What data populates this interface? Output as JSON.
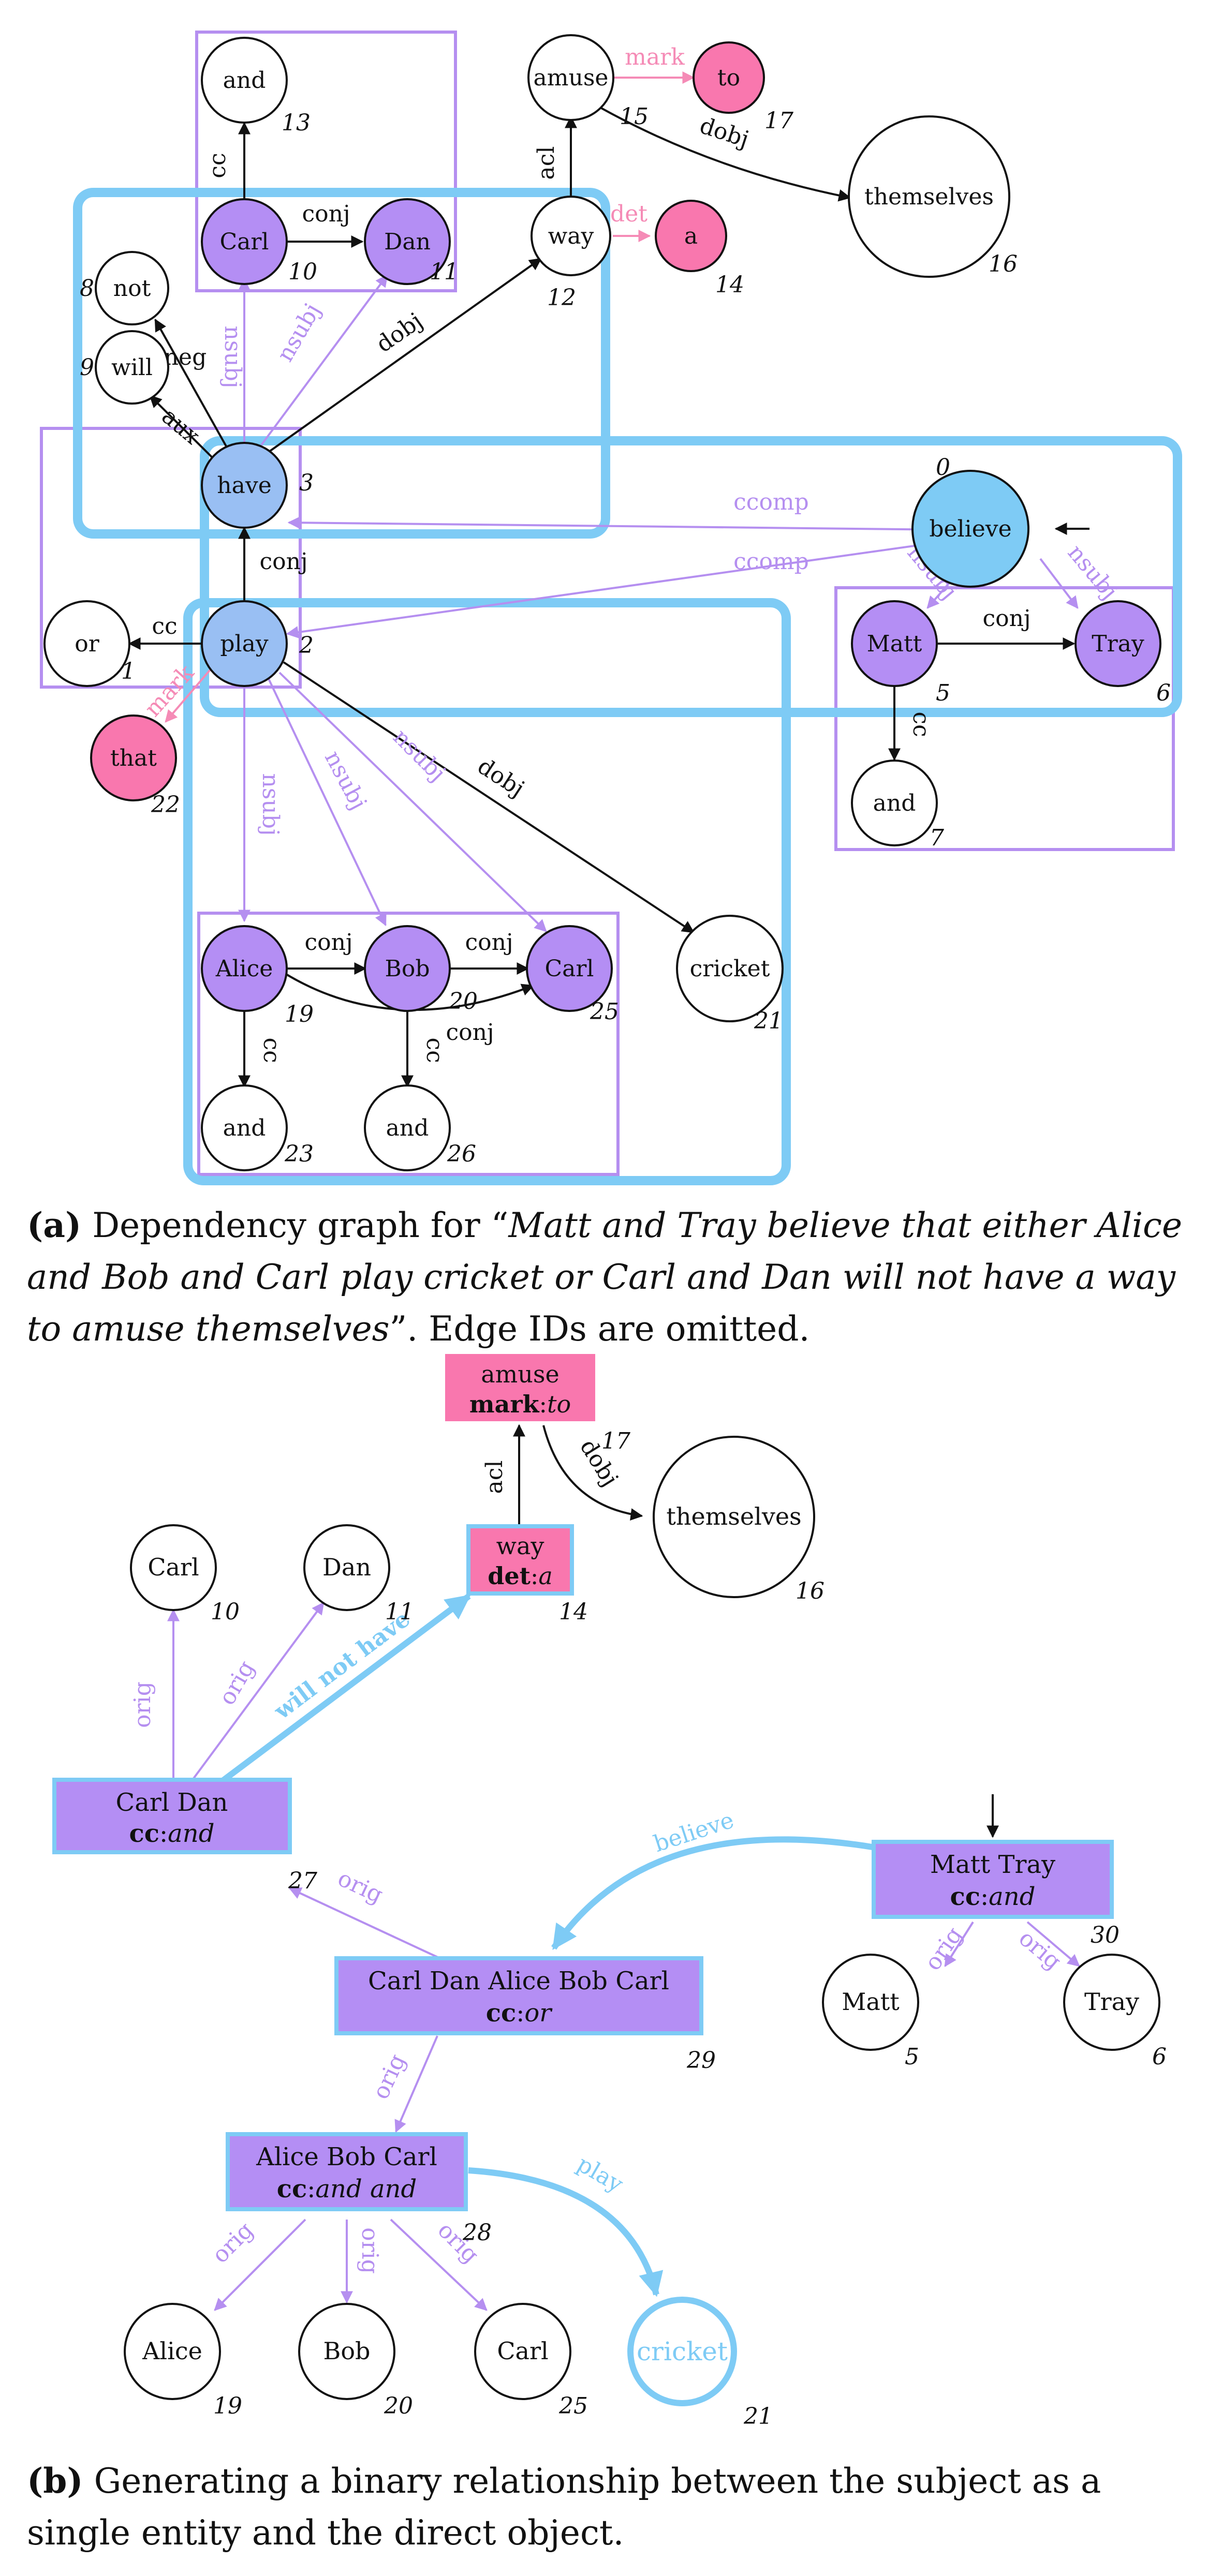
{
  "figure_a": {
    "nodes": [
      {
        "id": 0,
        "label": "believe"
      },
      {
        "id": 1,
        "label": "or"
      },
      {
        "id": 2,
        "label": "play"
      },
      {
        "id": 3,
        "label": "have"
      },
      {
        "id": 5,
        "label": "Matt"
      },
      {
        "id": 6,
        "label": "Tray"
      },
      {
        "id": 7,
        "label": "and"
      },
      {
        "id": 8,
        "label": "not"
      },
      {
        "id": 9,
        "label": "will"
      },
      {
        "id": 10,
        "label": "Carl"
      },
      {
        "id": 11,
        "label": "Dan"
      },
      {
        "id": 12,
        "label": "way"
      },
      {
        "id": 13,
        "label": "and"
      },
      {
        "id": 14,
        "label": "a"
      },
      {
        "id": 15,
        "label": "amuse"
      },
      {
        "id": 16,
        "label": "themselves"
      },
      {
        "id": 17,
        "label": "to"
      },
      {
        "id": 19,
        "label": "Alice"
      },
      {
        "id": 20,
        "label": "Bob"
      },
      {
        "id": 21,
        "label": "cricket"
      },
      {
        "id": 22,
        "label": "that"
      },
      {
        "id": 23,
        "label": "and"
      },
      {
        "id": 25,
        "label": "Carl"
      },
      {
        "id": 26,
        "label": "and"
      }
    ],
    "edges": [
      {
        "label": "cc"
      },
      {
        "label": "conj"
      },
      {
        "label": "nsubj"
      },
      {
        "label": "nsubj"
      },
      {
        "label": "dobj"
      },
      {
        "label": "neg"
      },
      {
        "label": "aux"
      },
      {
        "label": "acl"
      },
      {
        "label": "det"
      },
      {
        "label": "mark"
      },
      {
        "label": "dobj"
      },
      {
        "label": "ccomp"
      },
      {
        "label": "ccomp"
      },
      {
        "label": "nsubj"
      },
      {
        "label": "nsubj"
      },
      {
        "label": "conj"
      },
      {
        "label": "cc"
      },
      {
        "label": "conj"
      },
      {
        "label": "cc"
      },
      {
        "label": "mark"
      },
      {
        "label": "nsubj"
      },
      {
        "label": "nsubj"
      },
      {
        "label": "nsubj"
      },
      {
        "label": "dobj"
      },
      {
        "label": "conj"
      },
      {
        "label": "conj"
      },
      {
        "label": "conj"
      },
      {
        "label": "cc"
      },
      {
        "label": "cc"
      }
    ],
    "caption": {
      "tag": "(a)",
      "pre": " Dependency graph for “",
      "sentence": "Matt and Tray believe that either Alice and Bob and Carl play cricket or Carl and Dan will not have a way to amuse themselves",
      "post": "”. Edge IDs are omitted."
    }
  },
  "figure_b": {
    "boxes": [
      {
        "id": 17,
        "title": "amuse",
        "key": "mark",
        "value": "to"
      },
      {
        "id": 14,
        "title": "way",
        "key": "det",
        "value": "a"
      },
      {
        "id": 27,
        "title": "Carl Dan",
        "key": "cc",
        "value": "and"
      },
      {
        "id": 30,
        "title": "Matt Tray",
        "key": "cc",
        "value": "and"
      },
      {
        "id": 29,
        "title": "Carl Dan Alice Bob Carl",
        "key": "cc",
        "value": "or"
      },
      {
        "id": 28,
        "title": "Alice Bob Carl",
        "key": "cc",
        "value": "and and"
      }
    ],
    "circles": [
      {
        "id": 16,
        "label": "themselves"
      },
      {
        "id": 10,
        "label": "Carl"
      },
      {
        "id": 11,
        "label": "Dan"
      },
      {
        "id": 5,
        "label": "Matt"
      },
      {
        "id": 6,
        "label": "Tray"
      },
      {
        "id": 19,
        "label": "Alice"
      },
      {
        "id": 20,
        "label": "Bob"
      },
      {
        "id": 25,
        "label": "Carl"
      },
      {
        "id": 21,
        "label": "cricket"
      }
    ],
    "edges": [
      {
        "label": "acl"
      },
      {
        "label": "dobj"
      },
      {
        "label": "orig"
      },
      {
        "label": "orig"
      },
      {
        "label": "will not have"
      },
      {
        "label": "believe"
      },
      {
        "label": "orig"
      },
      {
        "label": "orig"
      },
      {
        "label": "orig"
      },
      {
        "label": "orig"
      },
      {
        "label": "orig"
      },
      {
        "label": "orig"
      },
      {
        "label": "orig"
      },
      {
        "label": "play"
      }
    ],
    "caption": {
      "tag": "(b)",
      "text": " Generating a binary relationship between the subject as a single entity and the direct object."
    }
  },
  "colors": {
    "blue": "#7ecbf5",
    "purple": "#b48ef4",
    "purple_stroke": "#b58ff0",
    "pink": "#f977ae",
    "pink_label": "#f58bb6",
    "black": "#111111"
  }
}
